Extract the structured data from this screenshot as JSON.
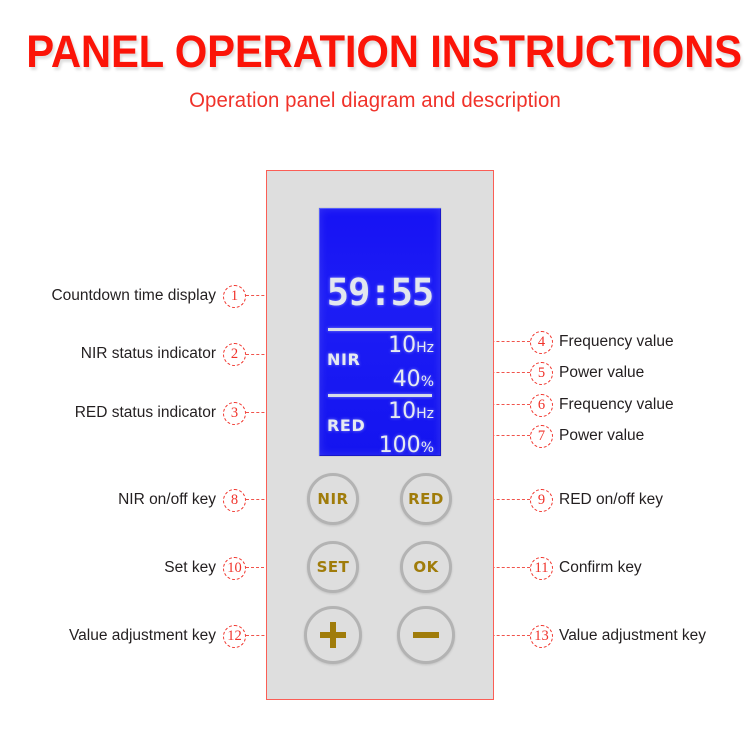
{
  "header": {
    "title": "PANEL OPERATION INSTRUCTIONS",
    "subtitle": "Operation panel diagram and description",
    "title_color": "#fb1408",
    "subtitle_color": "#f0322a"
  },
  "device": {
    "panel_fill": "#dedede",
    "panel_border": "#fb5e56",
    "lcd": {
      "background": "#1717f2",
      "text_color": "#e6eaf2",
      "countdown": "59:55",
      "rows": [
        {
          "channel": "NIR",
          "frequency": "10",
          "frequency_unit": "Hz",
          "power": "40",
          "power_unit": "%"
        },
        {
          "channel": "RED",
          "frequency": "10",
          "frequency_unit": "Hz",
          "power": "100",
          "power_unit": "%"
        }
      ]
    },
    "buttons": [
      {
        "id": "nir",
        "label": "NIR"
      },
      {
        "id": "red",
        "label": "RED"
      },
      {
        "id": "set",
        "label": "SET"
      },
      {
        "id": "ok",
        "label": "OK"
      },
      {
        "id": "plus",
        "label": "+"
      },
      {
        "id": "minus",
        "label": "-"
      }
    ],
    "button_text_color": "#a07c0a",
    "button_ring_color": "#b3b3b3"
  },
  "callouts": {
    "accent_color": "#f0322a",
    "leader_color": "#f0544c",
    "left": [
      {
        "number": "1",
        "label": "Countdown time display"
      },
      {
        "number": "2",
        "label": "NIR status indicator"
      },
      {
        "number": "3",
        "label": "RED status indicator"
      },
      {
        "number": "8",
        "label": "NIR on/off key"
      },
      {
        "number": "10",
        "label": "Set key"
      },
      {
        "number": "12",
        "label": "Value adjustment key"
      }
    ],
    "right": [
      {
        "number": "4",
        "label": "Frequency value"
      },
      {
        "number": "5",
        "label": "Power value"
      },
      {
        "number": "6",
        "label": "Frequency value"
      },
      {
        "number": "7",
        "label": "Power value"
      },
      {
        "number": "9",
        "label": "RED on/off key"
      },
      {
        "number": "11",
        "label": "Confirm key"
      },
      {
        "number": "13",
        "label": "Value adjustment key"
      }
    ]
  }
}
